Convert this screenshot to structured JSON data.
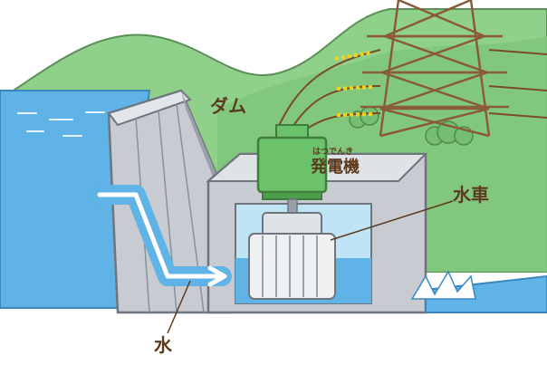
{
  "labels": {
    "dam": "ダム",
    "generator": "発電機",
    "generator_reading": "はつでんき",
    "turbine": "水車",
    "water": "水"
  },
  "colors": {
    "sky": "#ffffff",
    "hills": "#8fd08a",
    "hills_dark": "#74bd72",
    "reservoir": "#5fb3e6",
    "water_light": "#bfe4f6",
    "concrete": "#c8ccd2",
    "concrete_dark": "#9aa0a8",
    "generator": "#6cc26a",
    "tower": "#8a5a3a",
    "wire": "#7a4a2a",
    "insulator": "#f5d21a",
    "label": "#5b3a1e"
  },
  "icons": {
    "tower": "transmission-tower-icon",
    "generator": "generator-icon",
    "turbine": "water-turbine-icon",
    "flow": "water-flow-arrow-icon"
  }
}
